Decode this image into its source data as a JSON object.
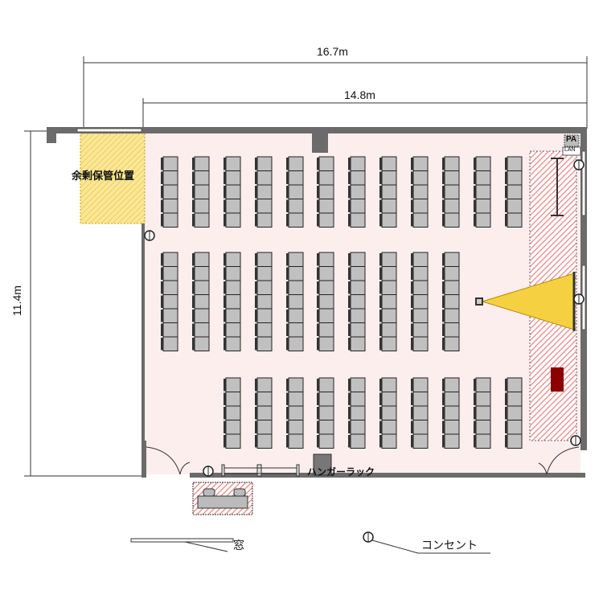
{
  "dimensions": {
    "overall_width": "16.7m",
    "room_width": "14.8m",
    "room_depth": "11.4m"
  },
  "labels": {
    "storage": "余剰保管位置",
    "hanger_rack": "ハンガーラック",
    "pa": "PA",
    "lan": "LAN"
  },
  "legend": {
    "window": "窓",
    "outlet": "コンセント"
  },
  "seating": {
    "blocks": [
      {
        "name": "front",
        "columns": 12,
        "rows": 5,
        "first_column": 0
      },
      {
        "name": "middle",
        "columns": 10,
        "rows": 7,
        "first_column": 0
      },
      {
        "name": "back",
        "columns": 10,
        "rows": 5,
        "first_column": 2
      }
    ]
  },
  "colors": {
    "floor": "#fdeeee",
    "wall": "#6b6b6b",
    "chair": "#c0c0c0",
    "storage": "#f7dc6f",
    "hatch": "#f08080",
    "projection": "#f5d142",
    "podium": "#8b0000"
  }
}
